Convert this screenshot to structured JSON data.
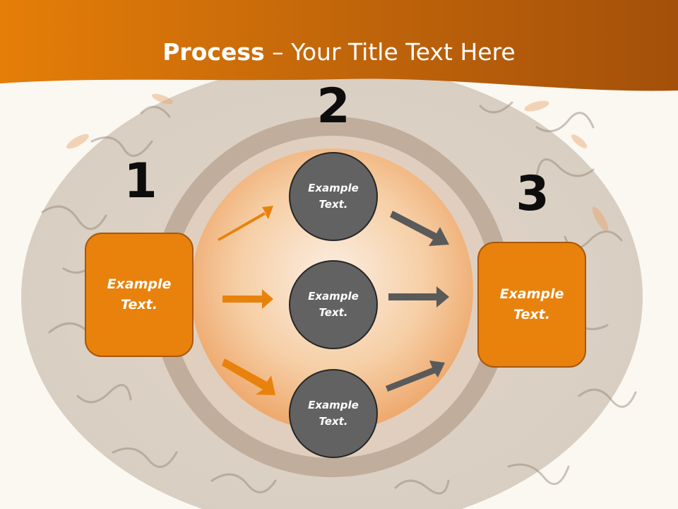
{
  "title": {
    "bold": "Process",
    "rest": " – Your Title Text Here"
  },
  "steps": [
    "1",
    "2",
    "3"
  ],
  "left_box": {
    "line1": "Example",
    "line2": "Text."
  },
  "right_box": {
    "line1": "Example",
    "line2": "Text."
  },
  "circles": [
    {
      "line1": "Example",
      "line2": "Text."
    },
    {
      "line1": "Example",
      "line2": "Text."
    },
    {
      "line1": "Example",
      "line2": "Text."
    }
  ],
  "colors": {
    "accent": "#e8820c",
    "node": "#626263",
    "arrow_out": "#5a5a5a"
  }
}
